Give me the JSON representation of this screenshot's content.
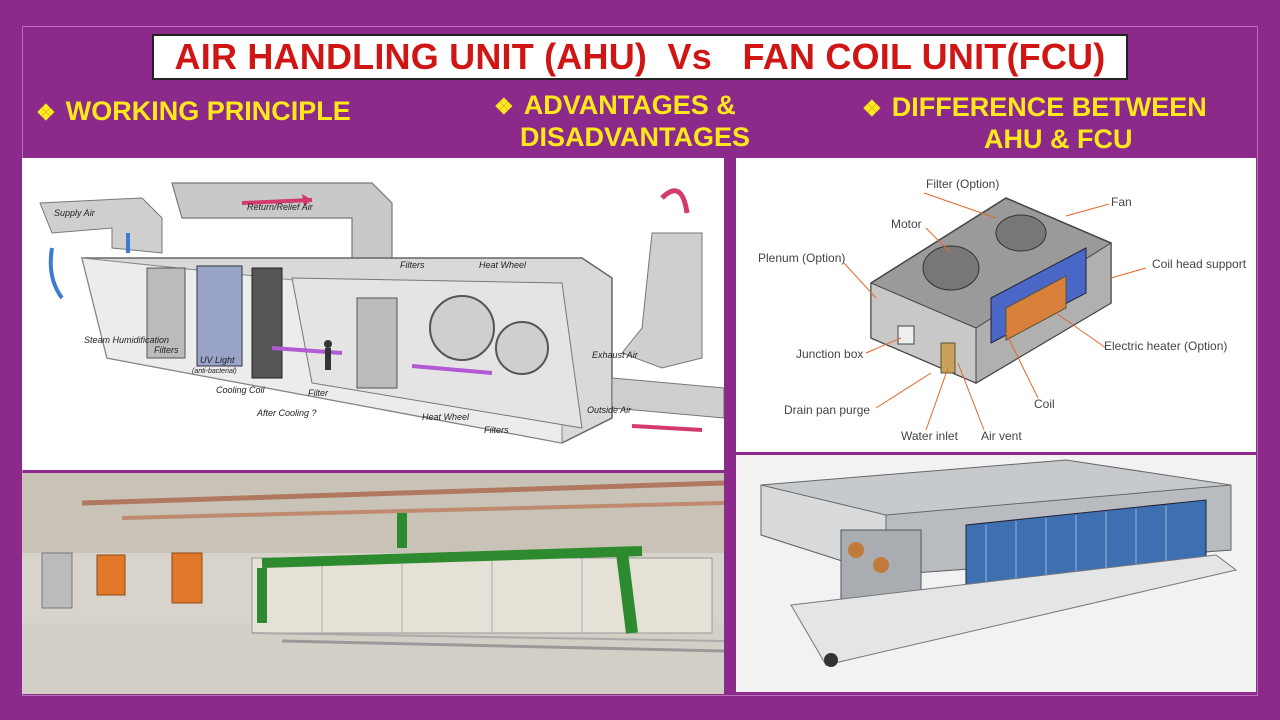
{
  "title": "AIR HANDLING UNIT (AHU)  Vs   FAN COIL UNIT(FCU)",
  "bullet_glyph": "❖",
  "topics": [
    {
      "line1": "WORKING PRINCIPLE",
      "line2": ""
    },
    {
      "line1": "ADVANTAGES &",
      "line2": "DISADVANTAGES"
    },
    {
      "line1": "DIFFERENCE BETWEEN",
      "line2": "AHU & FCU"
    }
  ],
  "ahu_diagram": {
    "labels": [
      "Supply Air",
      "Return/Relief Air",
      "Filters",
      "Heat Wheel",
      "Steam Humidification",
      "Filters",
      "UV Light",
      "(anti-bacterial)",
      "Cooling Coil",
      "After Cooling ?",
      "Filter",
      "Exhaust Air",
      "Heat Wheel",
      "Filters",
      "Outside Air"
    ]
  },
  "fcu_diagram": {
    "labels": [
      "Filter (Option)",
      "Fan",
      "Motor",
      "Plenum (Option)",
      "Coil head support",
      "Junction box",
      "Electric heater (Option)",
      "Coil",
      "Drain pan purge",
      "Water inlet",
      "Air vent"
    ]
  },
  "colors": {
    "background": "#8b2a8b",
    "title": "#d01515",
    "bullets": "#ffe81a"
  }
}
